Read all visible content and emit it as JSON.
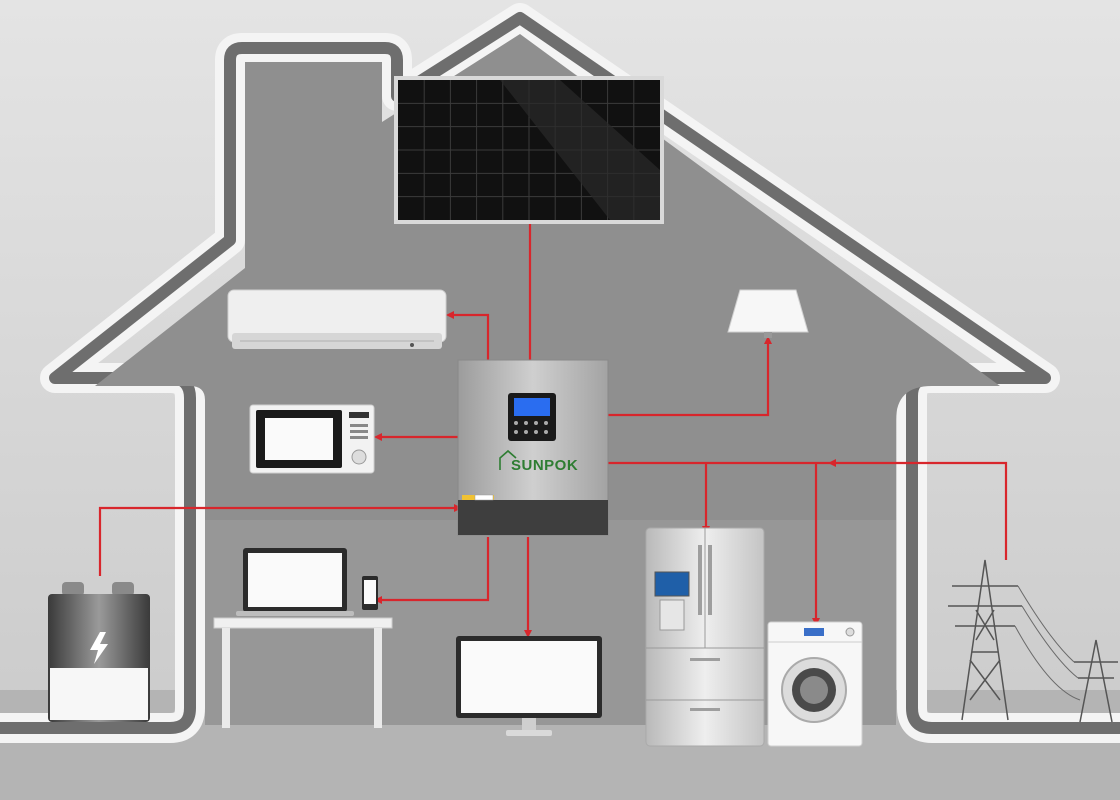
{
  "brand": {
    "name": "SUNPOK"
  },
  "colors": {
    "wire": "#d8262c",
    "house_outline": "#f2f2f2",
    "house_inner": "#8f8f8f",
    "inverter": "#b5b5b5",
    "logo": "#2e7d32"
  },
  "components": [
    {
      "id": "solar-panel",
      "icon": "solar-panel-icon"
    },
    {
      "id": "inverter",
      "icon": "inverter-icon"
    },
    {
      "id": "air-conditioner",
      "icon": "air-conditioner-icon"
    },
    {
      "id": "microwave",
      "icon": "microwave-icon"
    },
    {
      "id": "lamp",
      "icon": "lamp-icon"
    },
    {
      "id": "battery",
      "icon": "battery-icon"
    },
    {
      "id": "laptop",
      "icon": "laptop-icon"
    },
    {
      "id": "phone",
      "icon": "phone-icon"
    },
    {
      "id": "monitor",
      "icon": "monitor-icon"
    },
    {
      "id": "refrigerator",
      "icon": "refrigerator-icon"
    },
    {
      "id": "washing-machine",
      "icon": "washing-machine-icon"
    },
    {
      "id": "power-grid",
      "icon": "transmission-tower-icon"
    }
  ]
}
